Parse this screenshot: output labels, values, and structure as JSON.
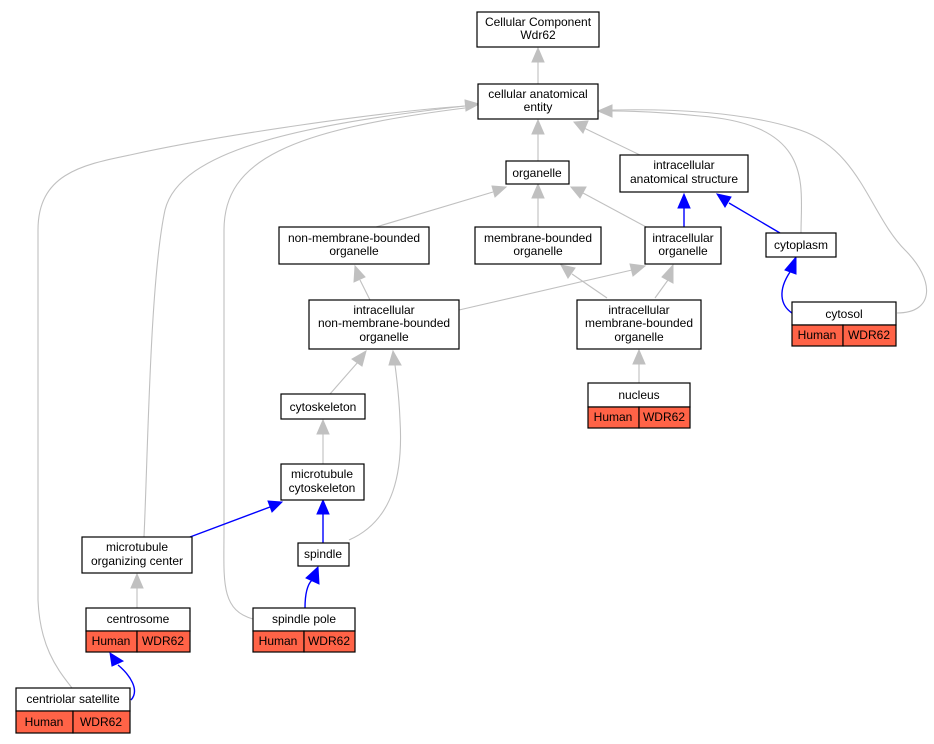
{
  "colors": {
    "is_a_edge": "#c0c0c0",
    "part_of_edge": "#0000ff",
    "annotation_fill": "#ff6347",
    "node_fill": "#ffffff",
    "node_border": "#000000"
  },
  "nodes": {
    "root": [
      "Cellular Component",
      "Wdr62"
    ],
    "cellular_anatomical_entity": [
      "cellular anatomical",
      "entity"
    ],
    "organelle": [
      "organelle"
    ],
    "intracellular_anatomical_structure": [
      "intracellular",
      "anatomical structure"
    ],
    "non_membrane_bounded_organelle": [
      "non-membrane-bounded",
      "organelle"
    ],
    "membrane_bounded_organelle": [
      "membrane-bounded",
      "organelle"
    ],
    "intracellular_organelle": [
      "intracellular",
      "organelle"
    ],
    "cytoplasm": [
      "cytoplasm"
    ],
    "intracellular_non_membrane_bounded_organelle": [
      "intracellular",
      "non-membrane-bounded",
      "organelle"
    ],
    "intracellular_membrane_bounded_organelle": [
      "intracellular",
      "membrane-bounded",
      "organelle"
    ],
    "cytosol": [
      "cytosol"
    ],
    "nucleus": [
      "nucleus"
    ],
    "cytoskeleton": [
      "cytoskeleton"
    ],
    "microtubule_cytoskeleton": [
      "microtubule",
      "cytoskeleton"
    ],
    "microtubule_organizing_center": [
      "microtubule",
      "organizing center"
    ],
    "spindle": [
      "spindle"
    ],
    "centrosome": [
      "centrosome"
    ],
    "spindle_pole": [
      "spindle pole"
    ],
    "centriolar_satellite": [
      "centriolar satellite"
    ]
  },
  "annotations": {
    "cytosol": [
      "Human",
      "WDR62"
    ],
    "nucleus": [
      "Human",
      "WDR62"
    ],
    "centrosome": [
      "Human",
      "WDR62"
    ],
    "spindle_pole": [
      "Human",
      "WDR62"
    ],
    "centriolar_satellite": [
      "Human",
      "WDR62"
    ]
  }
}
